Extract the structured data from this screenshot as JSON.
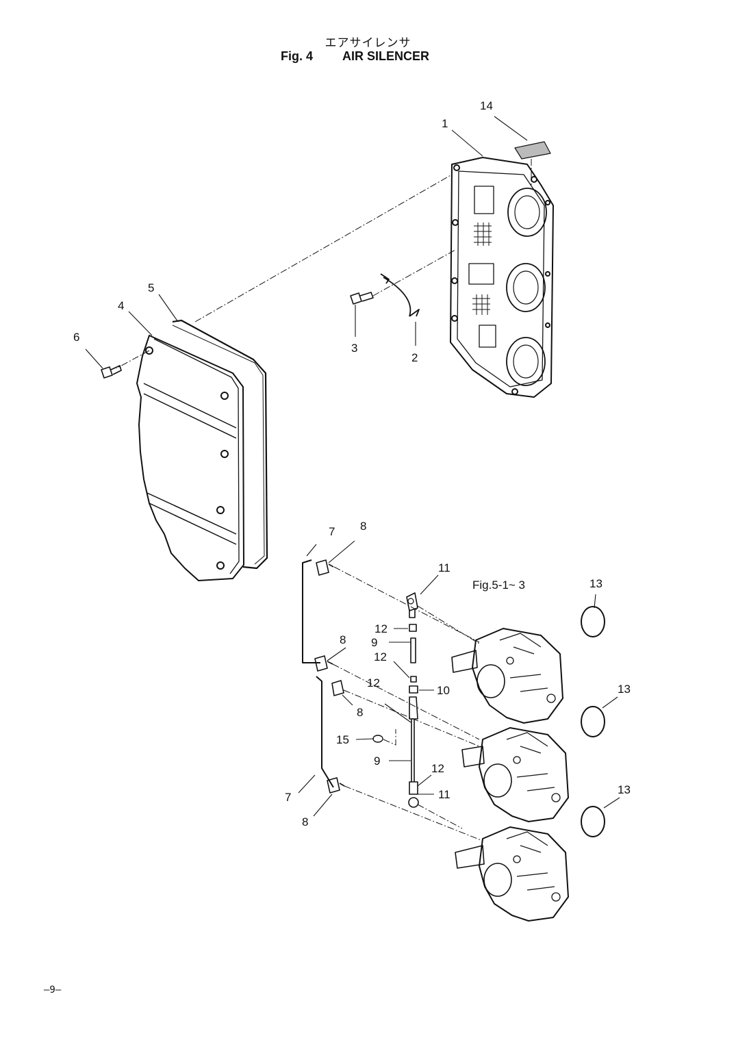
{
  "header": {
    "title_jp": "エアサイレンサ",
    "fig_label": "Fig. 4",
    "title_en": "AIR SILENCER"
  },
  "callouts": [
    {
      "id": "c1",
      "text": "1"
    },
    {
      "id": "c14",
      "text": "14"
    },
    {
      "id": "c5",
      "text": "5"
    },
    {
      "id": "c4",
      "text": "4"
    },
    {
      "id": "c6",
      "text": "6"
    },
    {
      "id": "c3",
      "text": "3"
    },
    {
      "id": "c2",
      "text": "2"
    },
    {
      "id": "c7a",
      "text": "7"
    },
    {
      "id": "c8a",
      "text": "8"
    },
    {
      "id": "c11a",
      "text": "11"
    },
    {
      "id": "cfig",
      "text": "Fig.5-1~ 3"
    },
    {
      "id": "c13a",
      "text": "13"
    },
    {
      "id": "c12a",
      "text": "12"
    },
    {
      "id": "c9a",
      "text": "9"
    },
    {
      "id": "c8b",
      "text": "8"
    },
    {
      "id": "c12b",
      "text": "12"
    },
    {
      "id": "c12c",
      "text": "12"
    },
    {
      "id": "c10",
      "text": "10"
    },
    {
      "id": "c13b",
      "text": "13"
    },
    {
      "id": "c8c",
      "text": "8"
    },
    {
      "id": "c15",
      "text": "15"
    },
    {
      "id": "c9b",
      "text": "9"
    },
    {
      "id": "c12d",
      "text": "12"
    },
    {
      "id": "c7b",
      "text": "7"
    },
    {
      "id": "c11b",
      "text": "11"
    },
    {
      "id": "c13c",
      "text": "13"
    },
    {
      "id": "c8d",
      "text": "8"
    }
  ],
  "footer": {
    "page_number": "—9—"
  }
}
